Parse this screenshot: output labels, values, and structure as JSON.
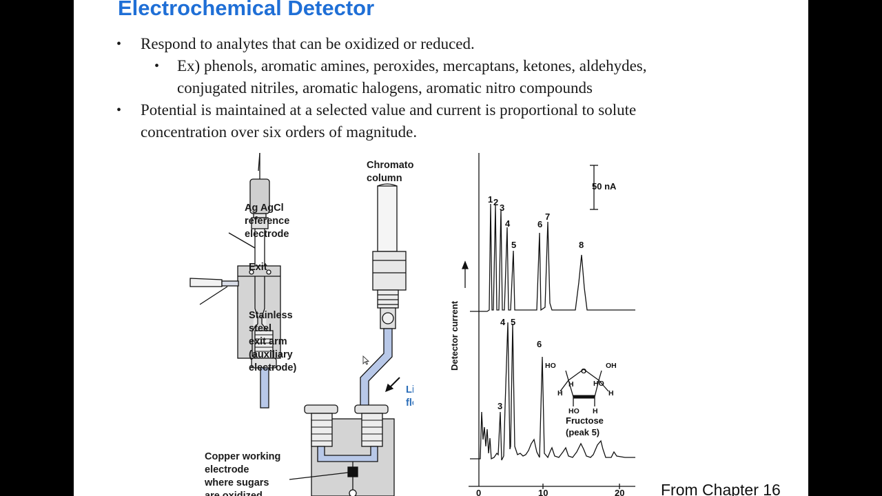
{
  "slide": {
    "title": "Electrochemical Detector",
    "bullets": [
      {
        "text": "Respond to analytes that can be oxidized or reduced."
      },
      {
        "text": "Ex) phenols, aromatic amines, peroxides, mercaptans, ketones, aldehydes,",
        "cont": "conjugated nitriles, aromatic halogens, aromatic nitro compounds"
      },
      {
        "text": "Potential is maintained at a selected value and current is proportional to solute",
        "cont": "concentration over six orders of magnitude."
      }
    ],
    "bullet_glyph": "•",
    "credit": "From Chapter 16"
  },
  "apparatus": {
    "labels": {
      "column_1": "Chromatography",
      "column_2": "column",
      "ref_1": "Ag  AgCl",
      "ref_2": "reference",
      "ref_3": "electrode",
      "exit": "Exit",
      "steel_1": "Stainless",
      "steel_2": "steel",
      "steel_3": "exit arm",
      "steel_4": "(auxiliary",
      "steel_5": "electrode)",
      "flow_1": "Liquid",
      "flow_2": "flow",
      "copper_1": "Copper working",
      "copper_2": "electrode",
      "copper_3": "where sugars",
      "copper_4": "are oxidized"
    },
    "colors": {
      "block": "#d4d4d4",
      "tube": "#b8c8e8",
      "flow_label": "#2a6db8"
    }
  },
  "chromatogram": {
    "y_axis_label": "Detector current",
    "scale_label": "50 nA",
    "top_trace_peaks": [
      "1",
      "2",
      "3",
      "4",
      "5",
      "6",
      "7",
      "8"
    ],
    "bottom_trace_peaks": [
      "3",
      "4",
      "5",
      "6"
    ],
    "x_tick_labels": [
      "0",
      "10",
      "20"
    ],
    "inset": {
      "name": "Fructose",
      "note": "(peak 5)",
      "atoms": [
        "HO",
        "OH",
        "O",
        "HO",
        "H",
        "H",
        "H",
        "HO",
        "H"
      ]
    }
  }
}
